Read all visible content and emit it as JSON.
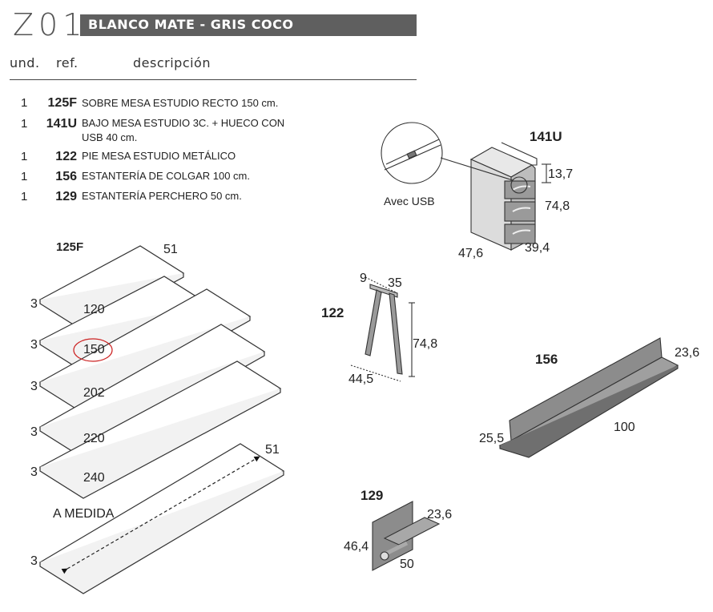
{
  "header": {
    "code": "Z01",
    "title": "BLANCO MATE - GRIS COCO",
    "col_qty": "und.",
    "col_ref": "ref.",
    "col_desc": "descripción"
  },
  "items": [
    {
      "qty": "1",
      "ref": "125F",
      "desc": "SOBRE MESA ESTUDIO RECTO 150 cm."
    },
    {
      "qty": "1",
      "ref": "141U",
      "desc": "BAJO MESA ESTUDIO 3C. + HUECO CON USB 40 cm."
    },
    {
      "qty": "1",
      "ref": "122",
      "desc": "PIE MESA ESTUDIO METÁLICO"
    },
    {
      "qty": "1",
      "ref": "156",
      "desc": "ESTANTERÍA DE COLGAR 100 cm."
    },
    {
      "qty": "1",
      "ref": "129",
      "desc": "ESTANTERÍA PERCHERO 50 cm."
    }
  ],
  "desk_top": {
    "ref": "125F",
    "depth": "51",
    "thickness_labels": [
      "3",
      "3",
      "3",
      "3",
      "3",
      "3"
    ],
    "lengths": [
      "120",
      "150",
      "202",
      "220",
      "240"
    ],
    "custom_label": "A MEDIDA",
    "custom_depth": "51"
  },
  "drawer_unit": {
    "ref": "141U",
    "usb_label": "Avec USB",
    "dims": {
      "top_gap": "13,7",
      "height": "74,8",
      "depth": "47,6",
      "width": "39,4"
    }
  },
  "leg": {
    "ref": "122",
    "dims": {
      "top_a": "9",
      "top_b": "35",
      "height": "74,8",
      "depth": "44,5"
    }
  },
  "shelf_wall": {
    "ref": "156",
    "dims": {
      "depth": "23,6",
      "height": "25,5",
      "length": "100"
    }
  },
  "coat_shelf": {
    "ref": "129",
    "dims": {
      "depth": "23,6",
      "height": "46,4",
      "length": "50"
    }
  },
  "colors": {
    "title_bar": "#5f5f5f",
    "steel": "#8c8c8c",
    "panel_edge": "#333333",
    "highlight": "#cc2222"
  }
}
